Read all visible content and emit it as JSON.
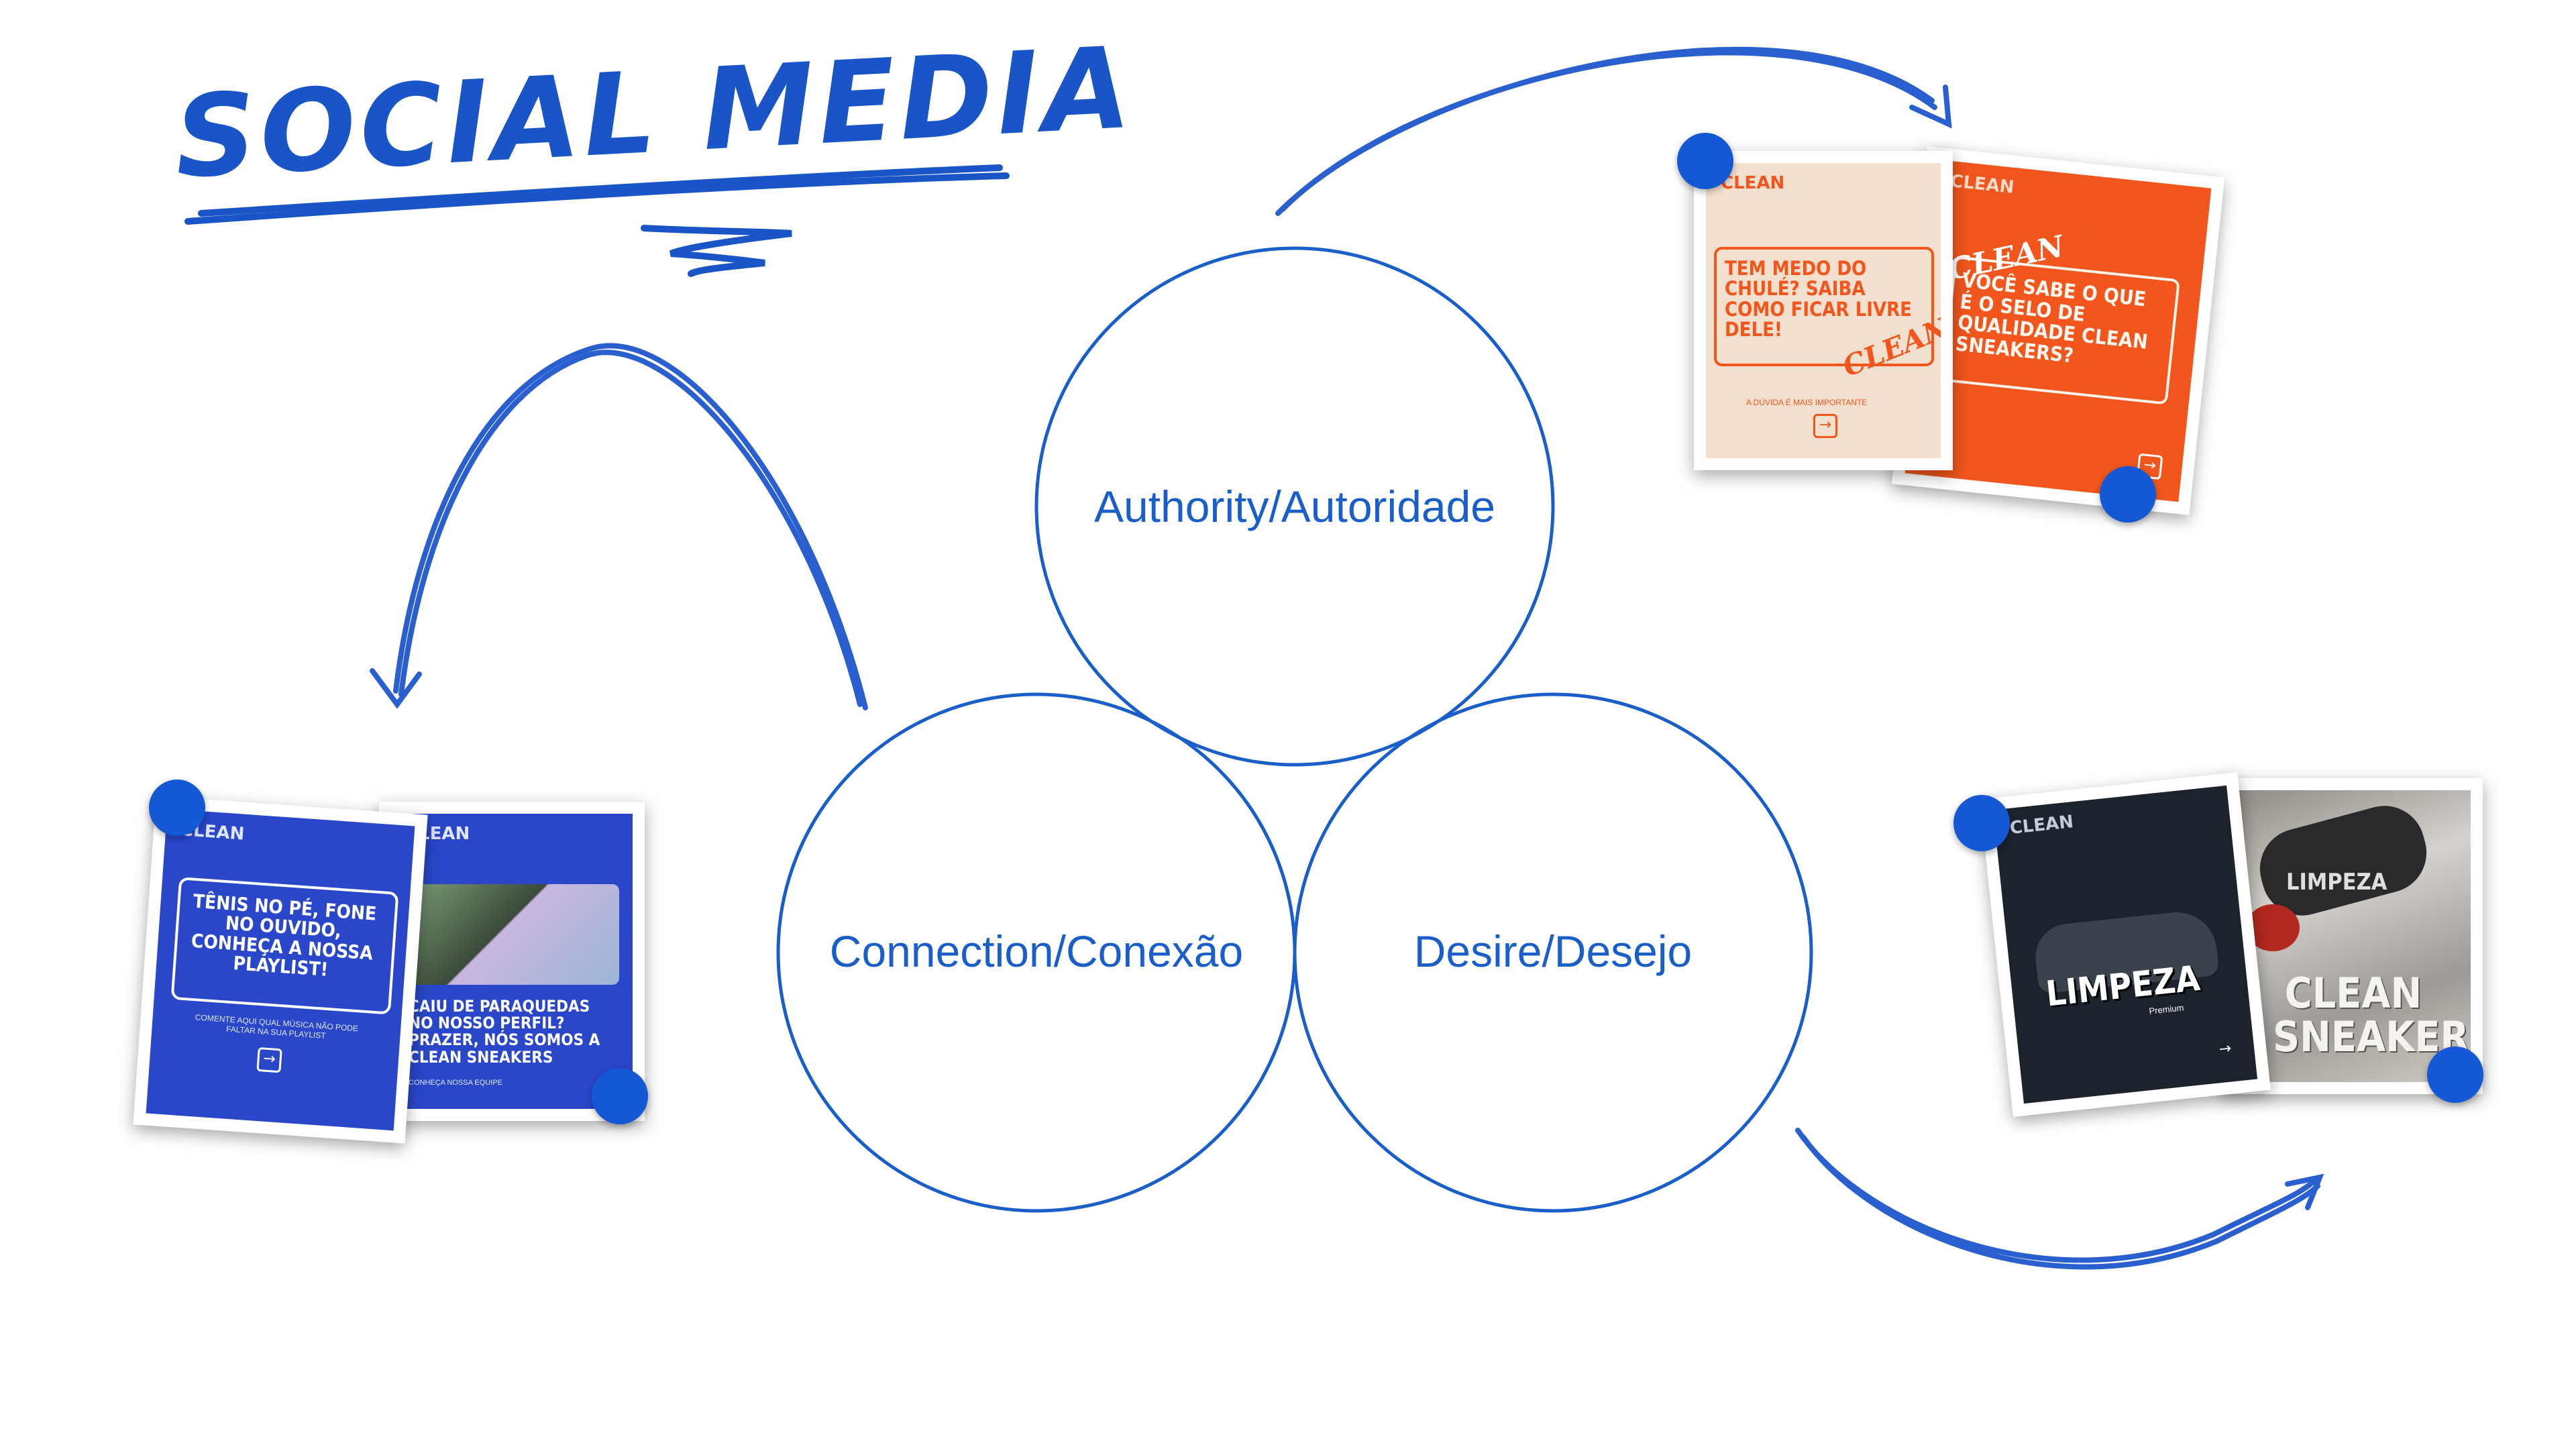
{
  "title": "SOCIAL MEDIA",
  "circles": [
    {
      "label": "Authority/Autoridade"
    },
    {
      "label": "Connection/Conexão"
    },
    {
      "label": "Desire/Desejo"
    }
  ],
  "colors": {
    "accent": "#1558d6",
    "circle_stroke": "#1a5fc9",
    "orange": "#f2561c",
    "beige": "#f3dfce",
    "royal": "#2a47c9",
    "dark": "#1d232c"
  },
  "posts": {
    "authority_a": {
      "brand": "CLEAN",
      "headline": "TEM MEDO DO CHULÉ? SAIBA COMO FICAR LIVRE DELE!",
      "stamp": "CLEAN",
      "footer": "A DÚVIDA É MAIS IMPORTANTE",
      "arrow": "→"
    },
    "authority_b": {
      "brand": "CLEAN",
      "headline": "VOCÊ SABE O QUE É O SELO DE QUALIDADE CLEAN SNEAKERS?",
      "stamp": "CLEAN",
      "arrow": "→"
    },
    "connection_a": {
      "brand": "CLEAN",
      "headline": "TÊNIS NO PÉ, FONE NO OUVIDO, CONHEÇA A NOSSA PLAYLIST!",
      "footer": "COMENTE AQUI QUAL MÚSICA NÃO PODE FALTAR NA SUA PLAYLIST",
      "arrow": "→"
    },
    "connection_b": {
      "brand": "CLEAN",
      "headline": "CAIU DE PARAQUEDAS NO NOSSO PERFIL? PRAZER, NÓS SOMOS A CLEAN SNEAKERS",
      "footer": "CONHEÇA NOSSA EQUIPE",
      "arrow": "→"
    },
    "desire_a": {
      "brand": "CLEAN",
      "headline": "LIMPEZA",
      "sub": "Premium",
      "arrow": "→"
    },
    "desire_b": {
      "headline": "CLEAN SNEAKERS",
      "overlay": "LIMPEZA"
    }
  },
  "icons": [
    "pin-icon",
    "arrow-right-icon",
    "curved-arrow-icon"
  ]
}
